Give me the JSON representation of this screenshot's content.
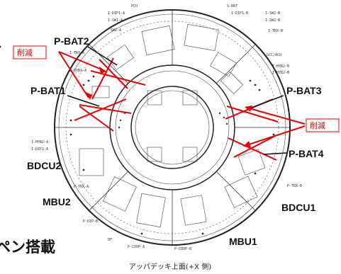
{
  "labels": {
    "pbat1": "P-BAT1",
    "pbat2": "P-BAT2",
    "pbat3": "P-BAT3",
    "pbat4": "P-BAT4",
    "bdcu1": "BDCU1",
    "bdcu2": "BDCU2",
    "mbu1": "MBU1",
    "mbu2": "MBU2",
    "reduced_left": "削減",
    "reduced_right": "削減",
    "title_fragment": "ペン搭載",
    "caption": "アッパデッキ上面(+X 側)",
    "left_top_fragment": "、"
  },
  "small_labels": {
    "pcu": "PCU",
    "dip1_a": "I-DIP1-A",
    "sw1_a": "I-SW1-A",
    "sw2_a": "SW2-A",
    "trx_a_top": "I-TRX-A",
    "hyb1_a": "I-HYB1-A",
    "sbat": "S-BAT",
    "dip1_b": "I-DIP1-B",
    "sw1_b": "I-SW1-B",
    "sw2_b": "I-SW2-B",
    "trx_b": "I-TRX-B",
    "gcciacu": "GCC/ACU",
    "hyb2_b": "I-HYB2-B",
    "hyb2_b2": "I-HYB2-B",
    "hyb2_a": "I-HYB2-A",
    "dip2_a": "I-DIP2-A",
    "ptrx_a": "P-TRX-A",
    "ptrx_b": "P-TRX-B",
    "pdip_b": "P-DIP-B",
    "df": "DF",
    "pcoup_a": "P-COUP-A",
    "pcoup_b": "P-COUP-B"
  },
  "colors": {
    "annotation_red": "#e60000",
    "drawing_black": "#222222"
  }
}
